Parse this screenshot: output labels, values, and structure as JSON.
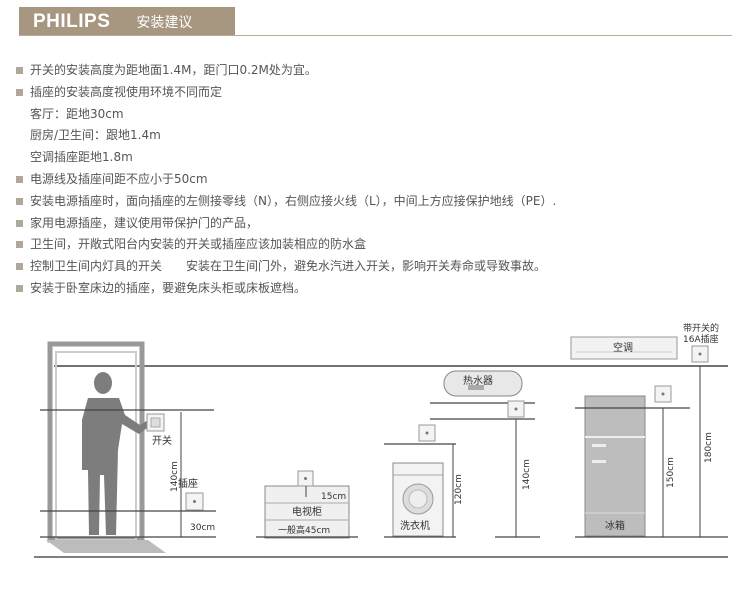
{
  "header": {
    "brand": "PHILIPS",
    "title": "安装建议"
  },
  "notes": [
    {
      "text": "开关的安装高度为距地面1.4M，距门口0.2M处为宜。",
      "kind": "bullet"
    },
    {
      "text": "插座的安装高度视使用环境不同而定",
      "kind": "bullet"
    },
    {
      "text": "客厅：距地30cm",
      "kind": "sub"
    },
    {
      "text": "厨房/卫生间：跟地1.4m",
      "kind": "sub"
    },
    {
      "text": "空调插座距地1.8m",
      "kind": "sub"
    },
    {
      "text": "电源线及插座间距不应小于50cm",
      "kind": "bullet"
    },
    {
      "text": "安装电源插座时，面向插座的左侧接零线（N），右侧应接火线（L），中间上方应接保护地线（PE）.",
      "kind": "bullet"
    },
    {
      "text": "家用电源插座，建议使用带保护门的产品，",
      "kind": "bullet"
    },
    {
      "text": "卫生间，开敞式阳台内安装的开关或插座应该加装相应的防水盒",
      "kind": "bullet"
    },
    {
      "text": "控制卫生间内灯具的开关　　安装在卫生间门外，避免水汽进入开关，影响开关寿命或导致事故。",
      "kind": "bullet"
    },
    {
      "text": "安装于卧室床边的插座，要避免床头柜或床板遮档。",
      "kind": "bullet"
    }
  ],
  "diagram": {
    "switch_label": "开关",
    "socket_label": "插座",
    "dim_140": "140cm",
    "dim_30": "30cm",
    "dim_15": "15cm",
    "tv_cabinet": "电视柜",
    "tv_height": "一般高45cm",
    "washer": "洗衣机",
    "dim_120": "120cm",
    "heater": "热水器",
    "dim_140b": "140cm",
    "fridge": "冰箱",
    "dim_150": "150cm",
    "ac": "空调",
    "ac_socket_line1": "带开关的",
    "ac_socket_line2": "16A插座",
    "dim_180": "180cm"
  },
  "colors": {
    "header_bg": "#a79680",
    "bullet": "#b0a79c",
    "figure": "#7d7d7d",
    "line": "#444444"
  }
}
